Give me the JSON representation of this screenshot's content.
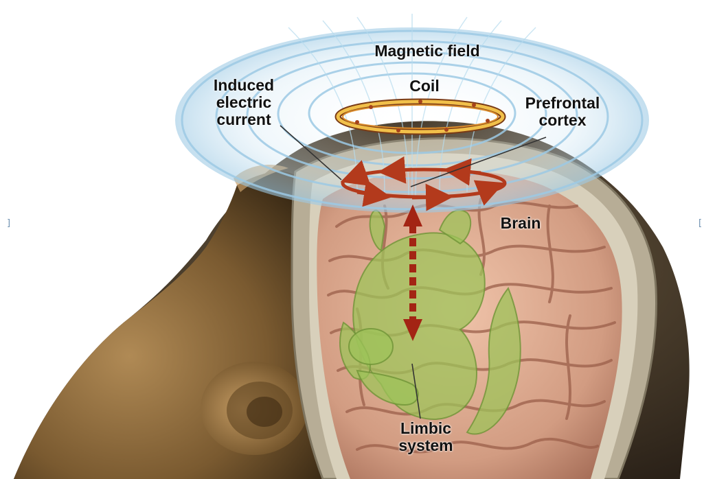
{
  "diagram": {
    "labels": {
      "magnetic_field": "Magnetic field",
      "coil": "Coil",
      "induced_current": "Induced\nelectric\ncurrent",
      "prefrontal_cortex": "Prefrontal\ncortex",
      "brain": "Brain",
      "limbic_system": "Limbic\nsystem"
    },
    "colors": {
      "field_lines": "#9cc9e4",
      "coil": "#d98b2b",
      "current_arrows": "#b33a1c",
      "limbic": "#9dc35a",
      "brain": "#d9a48c",
      "skin": "#8b6a3c"
    },
    "edge_marks": {
      "left": "]",
      "right": "["
    }
  }
}
